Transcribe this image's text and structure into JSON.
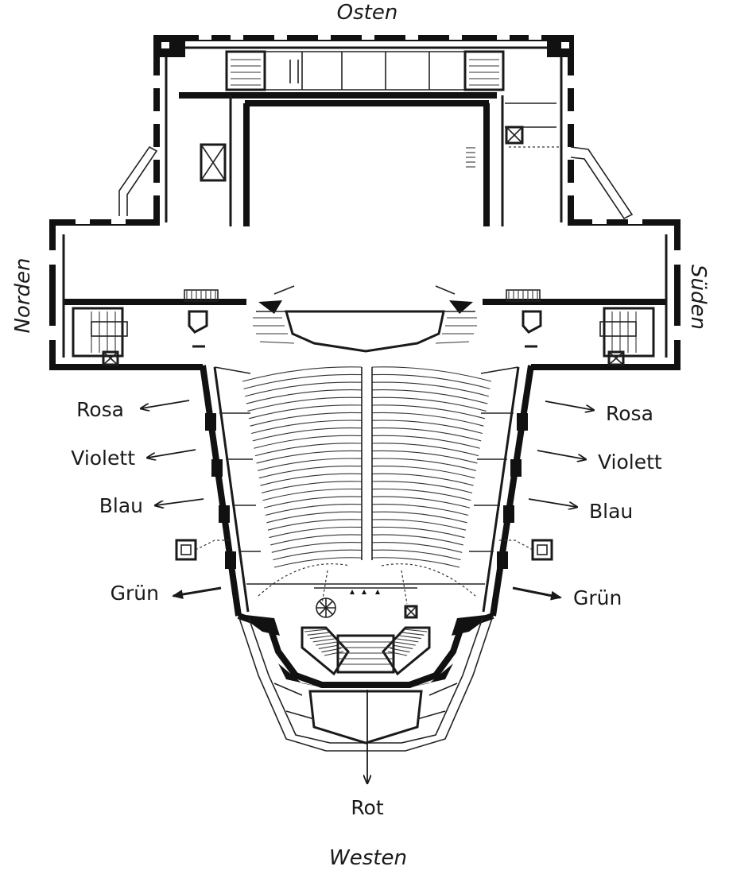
{
  "compass": {
    "north": "Norden",
    "east": "Osten",
    "south": "Süden",
    "west": "Westen"
  },
  "exits": {
    "left": [
      "Rosa",
      "Violett",
      "Blau",
      "Grün"
    ],
    "right": [
      "Rosa",
      "Violett",
      "Blau",
      "Grün"
    ],
    "bottom": "Rot"
  }
}
